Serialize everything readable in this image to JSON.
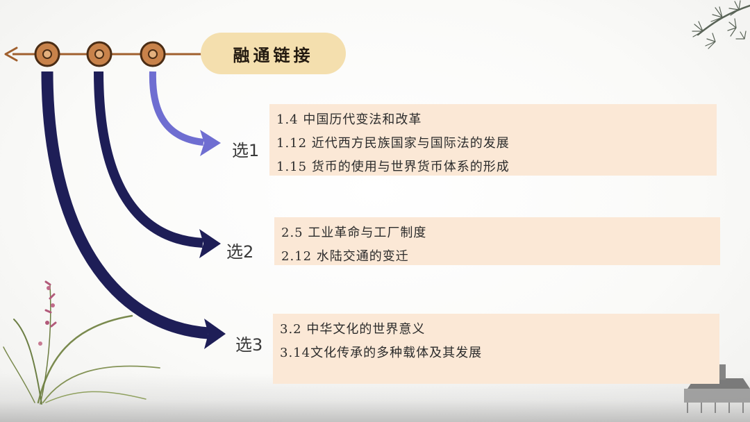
{
  "header": {
    "title": "融通链接"
  },
  "groups": [
    {
      "label": "选1",
      "items": [
        "1.4 中国历代变法和改革",
        "1.12 近代西方民族国家与国际法的发展",
        "1.15 货币的使用与世界货币体系的形成"
      ]
    },
    {
      "label": "选2",
      "items": [
        "2.5 工业革命与工厂制度",
        "2.12 水陆交通的变迁"
      ]
    },
    {
      "label": "选3",
      "items": [
        "3.2 中华文化的世界意义",
        "3.14文化传承的多种载体及其发展"
      ]
    }
  ],
  "colors": {
    "timeline": "#a0602e",
    "arrow_light": "#6f6ed1",
    "arrow_dark": "#1e1e57",
    "pill": "#f4dfae",
    "box": "#fbe8d6"
  },
  "icons": [
    "left-arrowhead-icon",
    "coin-node-icon",
    "curved-arrow-icon",
    "orchid-icon",
    "pine-branch-icon",
    "pavilion-icon"
  ]
}
